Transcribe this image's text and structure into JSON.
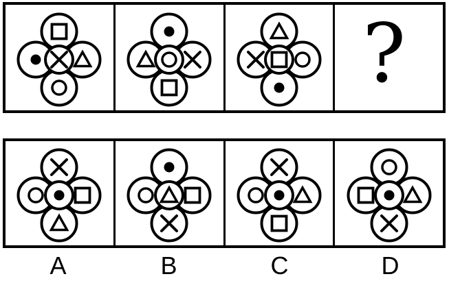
{
  "puzzle": {
    "colors": {
      "ink": "#000000",
      "background": "#ffffff"
    },
    "top_row": {
      "cells": [
        {
          "type": "flower",
          "symbols": {
            "top": "square",
            "left": "dot",
            "center": "x",
            "right": "triangle",
            "bottom": "circle"
          }
        },
        {
          "type": "flower",
          "symbols": {
            "top": "dot",
            "left": "triangle",
            "center": "circle",
            "right": "x",
            "bottom": "square"
          }
        },
        {
          "type": "flower",
          "symbols": {
            "top": "triangle",
            "left": "x",
            "center": "square",
            "right": "circle",
            "bottom": "dot"
          }
        },
        {
          "type": "question",
          "mark": "?"
        }
      ]
    },
    "answer_row": {
      "cells": [
        {
          "type": "flower",
          "label": "A",
          "symbols": {
            "top": "x",
            "left": "circle",
            "center": "dot",
            "right": "square",
            "bottom": "triangle"
          }
        },
        {
          "type": "flower",
          "label": "B",
          "symbols": {
            "top": "dot",
            "left": "circle",
            "center": "triangle",
            "right": "square",
            "bottom": "x"
          }
        },
        {
          "type": "flower",
          "label": "C",
          "symbols": {
            "top": "x",
            "left": "circle",
            "center": "dot",
            "right": "triangle",
            "bottom": "square"
          }
        },
        {
          "type": "flower",
          "label": "D",
          "symbols": {
            "top": "circle",
            "left": "square",
            "center": "dot",
            "right": "triangle",
            "bottom": "x"
          }
        }
      ]
    },
    "labels": [
      "A",
      "B",
      "C",
      "D"
    ]
  }
}
